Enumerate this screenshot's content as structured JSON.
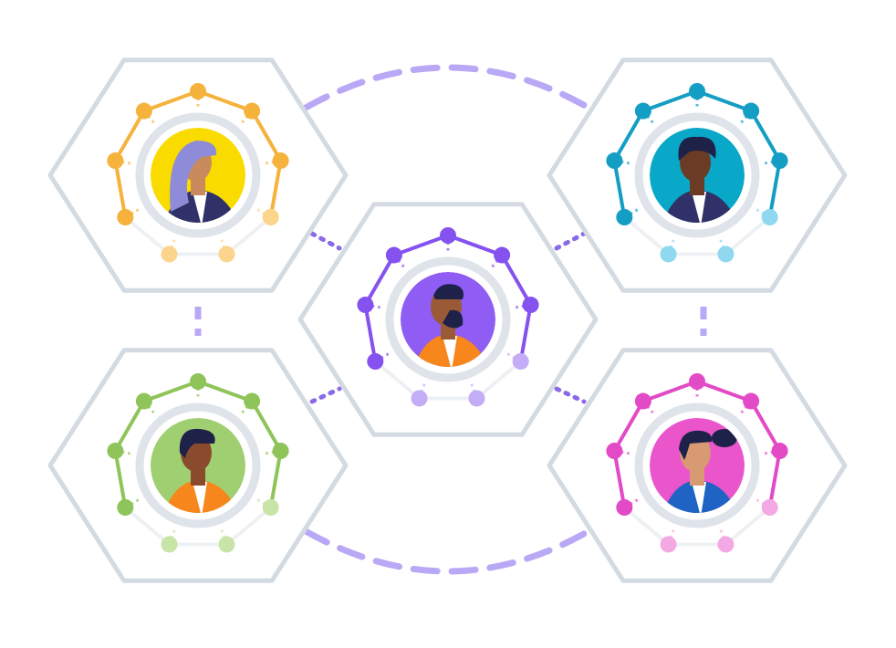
{
  "diagram": {
    "connector_color": "#b9a8f5",
    "hex_stroke": "#d3dae2",
    "nodes": [
      {
        "id": "top-left",
        "person": "woman-with-headscarf",
        "bg": "#f9db00",
        "ring_colors": [
          "#f5b23c",
          "#fbd58b",
          "#fce9c2",
          "#eef1f4"
        ],
        "skin": "#c98a5d",
        "hair": "#8e8cd8",
        "shirt": "#2f3168"
      },
      {
        "id": "top-right",
        "person": "man-with-curly-hair",
        "bg": "#0aa8c8",
        "ring_colors": [
          "#149ec4",
          "#8fd8ef",
          "#c6ecf7",
          "#eef1f4"
        ],
        "skin": "#6b3b26",
        "hair": "#1e2148",
        "shirt": "#2f3168"
      },
      {
        "id": "center",
        "person": "bearded-man",
        "bg": "#8f5cf4",
        "ring_colors": [
          "#8552f0",
          "#c3adf7",
          "#ddd0fb",
          "#eef1f4"
        ],
        "skin": "#9a5a36",
        "hair": "#1e2148",
        "shirt": "#f7861c"
      },
      {
        "id": "bottom-left",
        "person": "young-man",
        "bg": "#a0cf72",
        "ring_colors": [
          "#8fc45a",
          "#c8e4a7",
          "#e0f0cd",
          "#eef1f4"
        ],
        "skin": "#8a4b2c",
        "hair": "#1e2148",
        "shirt": "#f7861c"
      },
      {
        "id": "bottom-right",
        "person": "woman-with-ponytail",
        "bg": "#ea55cc",
        "ring_colors": [
          "#e24ac6",
          "#f4a9e5",
          "#f9d0f0",
          "#eef1f4"
        ],
        "skin": "#d79a73",
        "hair": "#1e2148",
        "shirt": "#1f63c4"
      }
    ]
  }
}
